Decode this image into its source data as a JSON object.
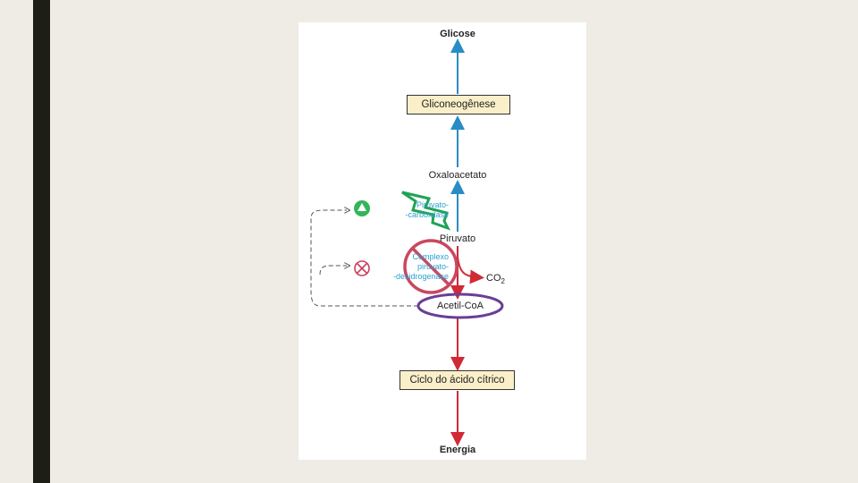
{
  "diagram": {
    "nodes": {
      "glucose": "Glicose",
      "gluconeogenesis": "Gliconeogênese",
      "oxaloacetate": "Oxaloacetato",
      "pyruvate": "Piruvato",
      "acetyl_coa": "Acetil-CoA",
      "citric_cycle": "Ciclo do ácido cítrico",
      "energy": "Energia"
    },
    "enzymes": {
      "pyruvate_carboxylase_line1": "Piruvato-",
      "pyruvate_carboxylase_line2": "-carboxilase",
      "pyruvate_dehydrogenase_line1": "Complexo",
      "pyruvate_dehydrogenase_line2": "piruvato-",
      "pyruvate_dehydrogenase_line3": "-desidrogenase"
    },
    "co2": {
      "main": "CO",
      "sub": "2"
    },
    "colors": {
      "upward_arrow": "#2a8cc4",
      "downward_arrow": "#d12a35",
      "activation": "#35b45a",
      "inhibition": "#cc3d5c",
      "highlight_oval": "#6a3e97",
      "highlight_bolt": "#1fa354",
      "no_symbol": "#c8485f",
      "box_fill": "#fbefc9",
      "side_bar": "#1d1e15"
    },
    "icons": [
      "activation-triangle-icon",
      "inhibition-cross-icon",
      "lightning-bolt-icon",
      "no-symbol-icon"
    ]
  }
}
